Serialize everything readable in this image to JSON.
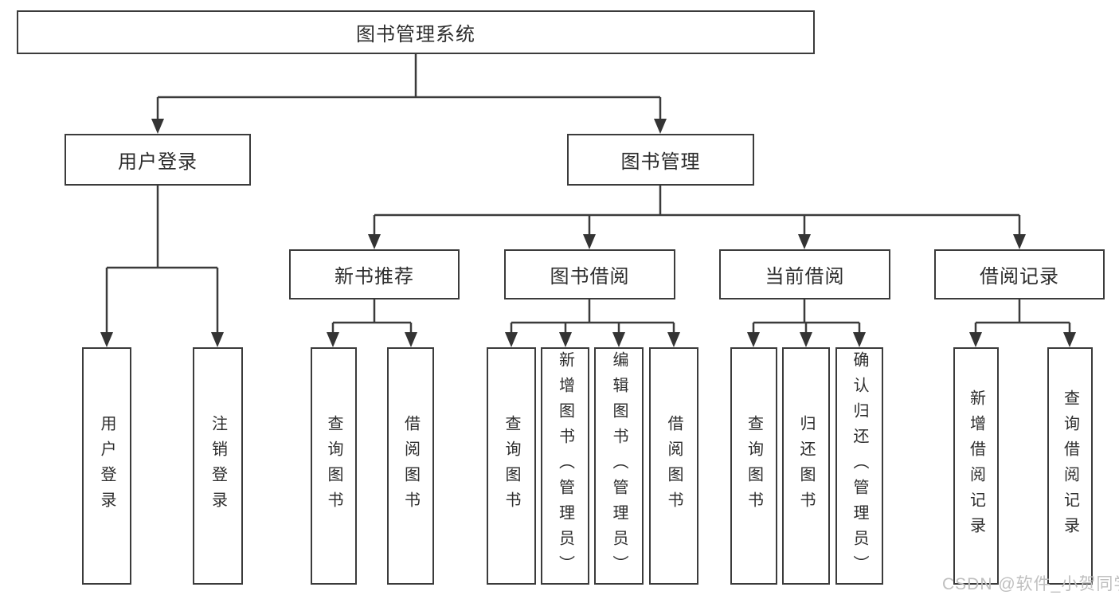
{
  "tree": {
    "label": "图书管理系统",
    "children": [
      {
        "label": "用户登录",
        "children": [
          {
            "label": "用户登录"
          },
          {
            "label": "注销登录"
          }
        ]
      },
      {
        "label": "图书管理",
        "children": [
          {
            "label": "新书推荐",
            "children": [
              {
                "label": "查询图书"
              },
              {
                "label": "借阅图书"
              }
            ]
          },
          {
            "label": "图书借阅",
            "children": [
              {
                "label": "查询图书"
              },
              {
                "label": "新增图书（管理员）"
              },
              {
                "label": "编辑图书（管理员）"
              },
              {
                "label": "借阅图书"
              }
            ]
          },
          {
            "label": "当前借阅",
            "children": [
              {
                "label": "查询图书"
              },
              {
                "label": "归还图书"
              },
              {
                "label": "确认归还（管理员）"
              }
            ]
          },
          {
            "label": "借阅记录",
            "children": [
              {
                "label": "新增借阅记录"
              },
              {
                "label": "查询借阅记录"
              }
            ]
          }
        ]
      }
    ]
  },
  "watermark": {
    "text": "CSDN @软件_小贺同学"
  },
  "colors": {
    "line": "#3b3b3b",
    "arrow": "#343434",
    "box_border": "#3b3b3b",
    "box_fill": "#ffffff",
    "text": "#2d2d2d",
    "watermark": "#bfbfbf",
    "background": "#ffffff"
  }
}
